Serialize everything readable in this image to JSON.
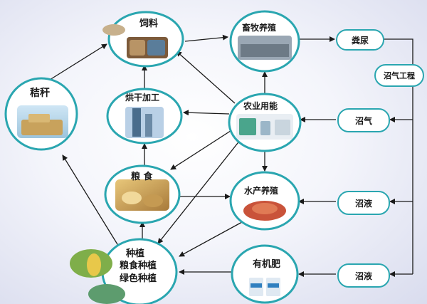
{
  "nodes": {
    "feed": "饲料",
    "livestock": "畜牧养殖",
    "straw": "秸秆",
    "drying": "烘干加工",
    "energy": "农业用能",
    "grain": "粮 食",
    "aquaculture": "水产养殖",
    "planting_title": "种植",
    "planting_grain": "粮食种植",
    "planting_green": "绿色种植",
    "organic": "有机肥"
  },
  "pills": {
    "manure": "粪尿",
    "biogas_project": "沼气工程",
    "biogas": "沼气",
    "slurry_1": "沼液",
    "slurry_2": "沼液"
  },
  "colors": {
    "ring": "#2aa6b0",
    "arrow": "#1a1a1a",
    "background": "#eef0f8"
  }
}
